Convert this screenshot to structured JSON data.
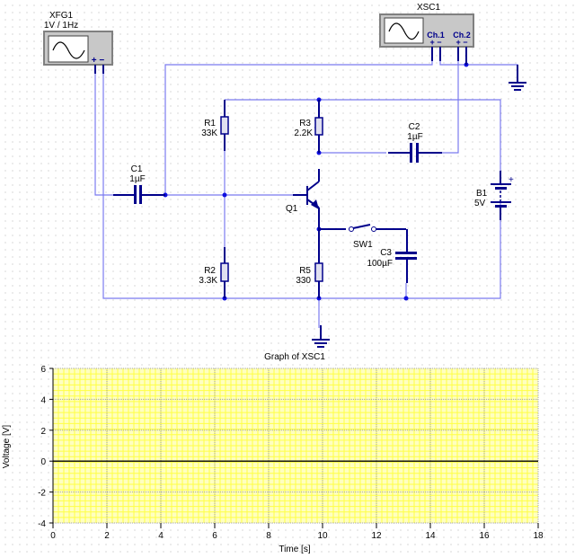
{
  "circuit": {
    "function_generator": {
      "name": "XFG1",
      "setting": "1V / 1Hz",
      "terminals": "+ −",
      "icon": "sine-wave-icon"
    },
    "oscilloscope": {
      "name": "XSC1",
      "ch1_label": "Ch.1",
      "ch2_label": "Ch.2",
      "terminals": "+ −",
      "icon": "sine-wave-icon"
    },
    "components": {
      "R1": {
        "name": "R1",
        "value": "33K"
      },
      "R2": {
        "name": "R2",
        "value": "3.3K"
      },
      "R3": {
        "name": "R3",
        "value": "2.2K"
      },
      "R5": {
        "name": "R5",
        "value": "330"
      },
      "C1": {
        "name": "C1",
        "value": "1µF"
      },
      "C2": {
        "name": "C2",
        "value": "1µF"
      },
      "C3": {
        "name": "C3",
        "value": "100µF"
      },
      "Q1": {
        "name": "Q1"
      },
      "SW1": {
        "name": "SW1"
      },
      "B1": {
        "name": "B1",
        "value": "5V",
        "polarity": "+"
      }
    },
    "colors": {
      "wire": "#7b7bef",
      "component": "#00008b",
      "node": "#1010e0"
    }
  },
  "chart_data": {
    "type": "line",
    "title": "Graph of XSC1",
    "xlabel": "Time [s]",
    "ylabel": "Voltage [V]",
    "xlim": [
      0,
      18
    ],
    "ylim": [
      -4,
      6
    ],
    "xticks": [
      "0",
      "2",
      "4",
      "6",
      "8",
      "10",
      "12",
      "14",
      "16",
      "18"
    ],
    "yticks": [
      "-4",
      "-2",
      "0",
      "2",
      "4",
      "6"
    ],
    "grid": true,
    "minor_grid_color": "#ffff44",
    "background": "#ffffc0",
    "series": [
      {
        "name": "Ch.1",
        "x": [
          0,
          18
        ],
        "y": [
          0,
          0
        ],
        "color": "#000000"
      }
    ]
  }
}
